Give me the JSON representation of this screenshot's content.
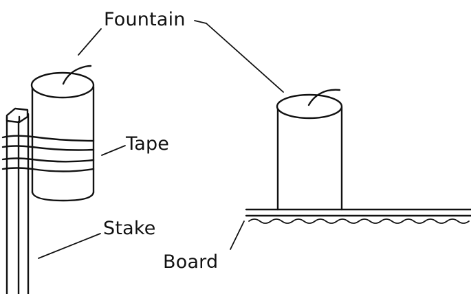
{
  "labels": {
    "fountain": "Fountain",
    "tape": "Tape",
    "stake": "Stake",
    "board": "Board"
  },
  "colors": {
    "ink": "#111111",
    "background": "#ffffff"
  }
}
